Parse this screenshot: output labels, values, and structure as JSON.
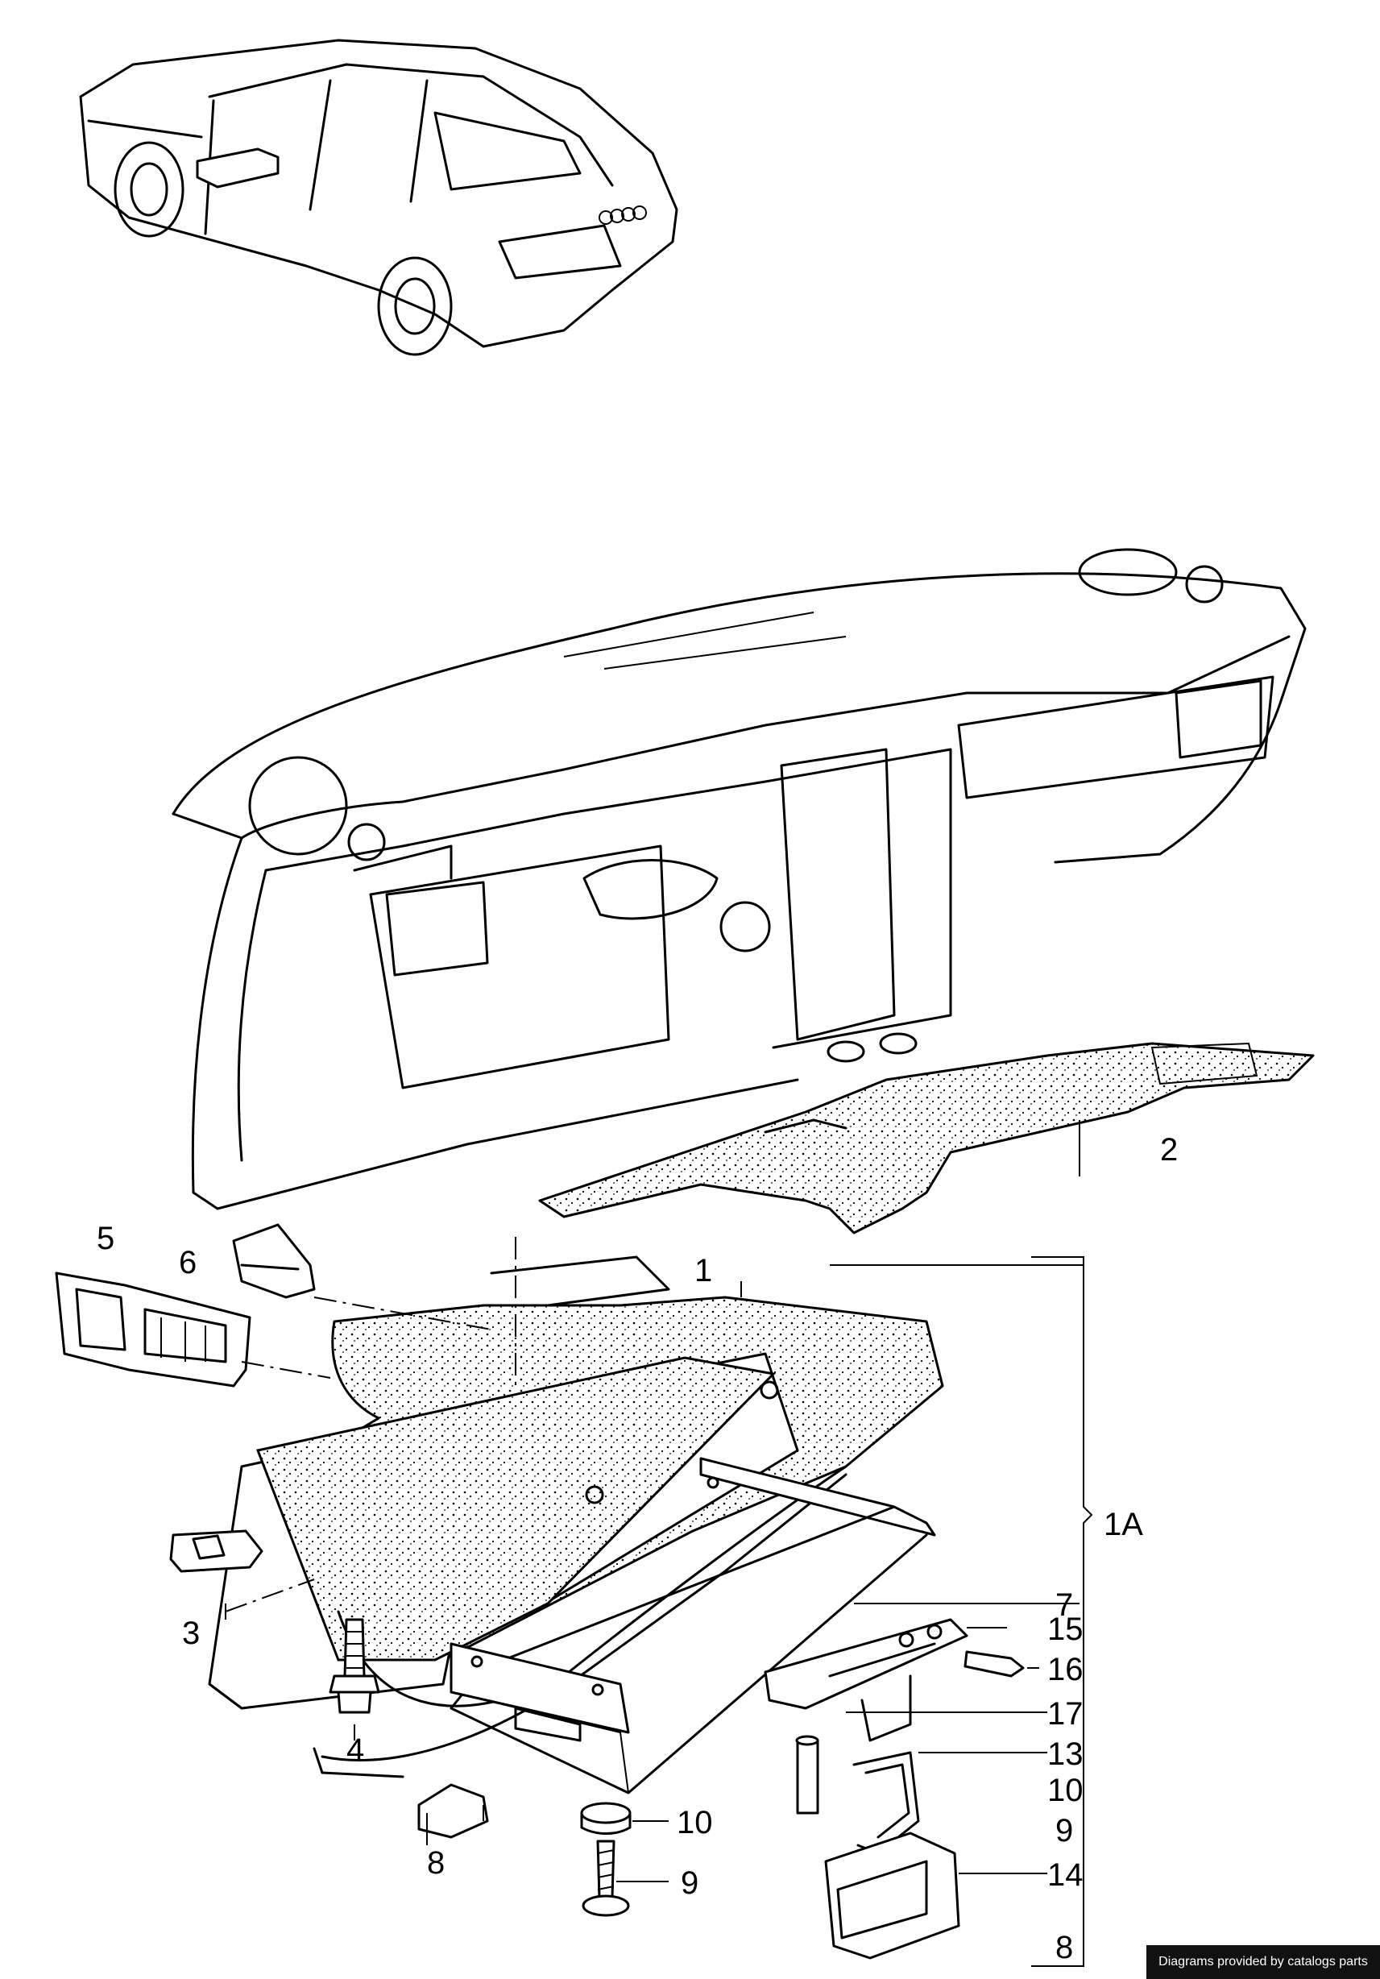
{
  "labels": {
    "l1": "1",
    "l1a": "1A",
    "l2": "2",
    "l3": "3",
    "l4": "4",
    "l5": "5",
    "l6": "6",
    "l7": "7",
    "l8a": "8",
    "l8b": "8",
    "l9a": "9",
    "l9b": "9",
    "l10a": "10",
    "l10b": "10",
    "l13": "13",
    "l14": "14",
    "l15": "15",
    "l16": "16",
    "l17": "17"
  },
  "footer": {
    "credit": "Diagrams provided by catalogs parts"
  }
}
